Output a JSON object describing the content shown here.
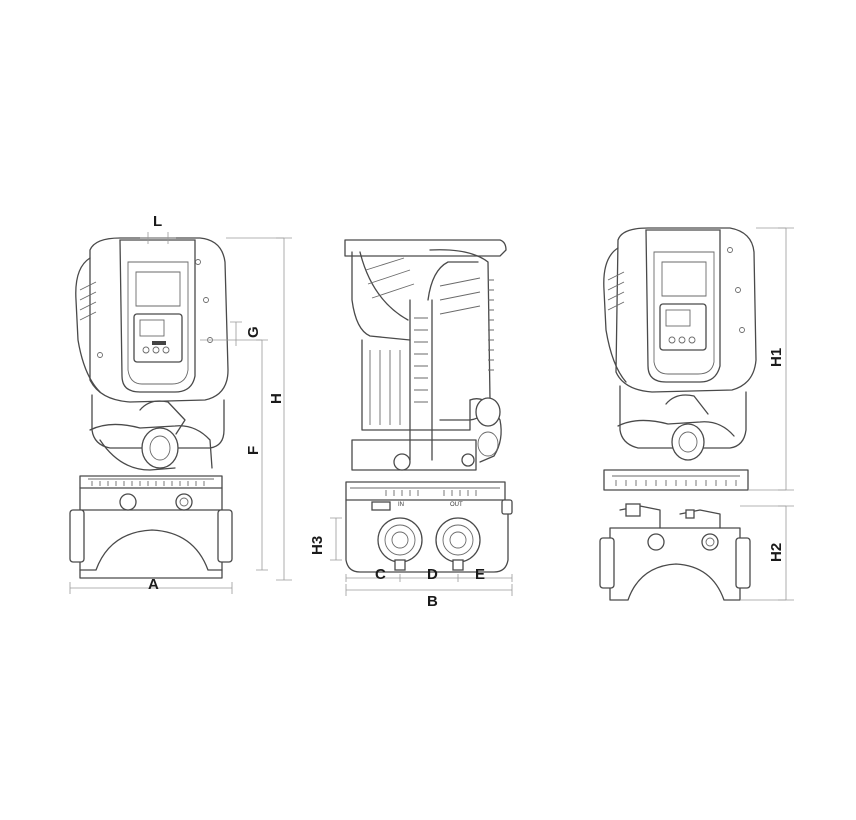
{
  "dimension_labels": {
    "A": "A",
    "B": "B",
    "C": "C",
    "D": "D",
    "E": "E",
    "F": "F",
    "G": "G",
    "H": "H",
    "H1": "H1",
    "H2": "H2",
    "H3": "H3",
    "L": "L"
  },
  "port_labels": {
    "inlet": "IN",
    "outlet": "OUT"
  },
  "colors": {
    "outline": "#4a4a4a",
    "dimension_line": "#9a9a9a",
    "label": "#1a1a1a",
    "background": "#ffffff"
  }
}
